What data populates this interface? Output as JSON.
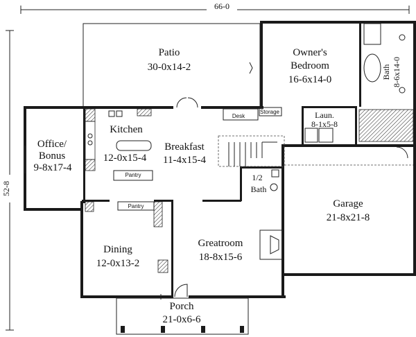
{
  "dimensions": {
    "width": "66-0",
    "depth": "52-8"
  },
  "rooms": {
    "patio": {
      "name": "Patio",
      "size": "30-0x14-2"
    },
    "owners": {
      "name1": "Owner's",
      "name2": "Bedroom",
      "size": "16-6x14-0"
    },
    "bath": {
      "name": "Bath",
      "size": "8-6x14-0"
    },
    "kitchen": {
      "name": "Kitchen",
      "size": "12-0x15-4"
    },
    "office": {
      "name1": "Office/",
      "name2": "Bonus",
      "size": "9-8x17-4"
    },
    "breakfast": {
      "name": "Breakfast",
      "size": "11-4x15-4"
    },
    "laundry": {
      "name": "Laun.",
      "size": "8-1x5-8"
    },
    "halfbath": {
      "name1": "1/2",
      "name2": "Bath"
    },
    "garage": {
      "name": "Garage",
      "size": "21-8x21-8"
    },
    "dining": {
      "name": "Dining",
      "size": "12-0x13-2"
    },
    "greatroom": {
      "name": "Greatroom",
      "size": "18-8x15-6"
    },
    "porch": {
      "name": "Porch",
      "size": "21-0x6-6"
    }
  },
  "fixtures": {
    "desk": "Desk",
    "storage": "Storage",
    "pantry1": "Pantry",
    "pantry2": "Pantry"
  }
}
